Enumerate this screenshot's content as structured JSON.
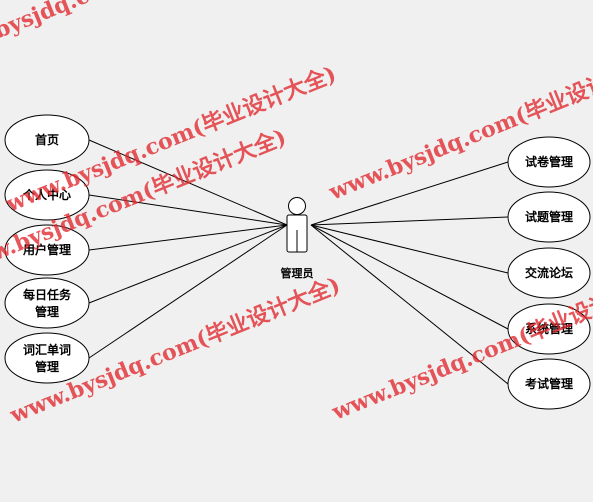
{
  "actor": {
    "name": "管理员"
  },
  "left_use_cases": [
    {
      "line1": "首页",
      "line2": ""
    },
    {
      "line1": "个人中心",
      "line2": ""
    },
    {
      "line1": "用户管理",
      "line2": ""
    },
    {
      "line1": "每日任务",
      "line2": "管理"
    },
    {
      "line1": "词汇单词",
      "line2": "管理"
    }
  ],
  "right_use_cases": [
    {
      "line1": "试卷管理"
    },
    {
      "line1": "试题管理"
    },
    {
      "line1": "交流论坛"
    },
    {
      "line1": "系统管理"
    },
    {
      "line1": "考试管理"
    }
  ],
  "watermark": {
    "text": "www.bysjdq.com(毕业设计大全)",
    "color": "#e0262b"
  }
}
